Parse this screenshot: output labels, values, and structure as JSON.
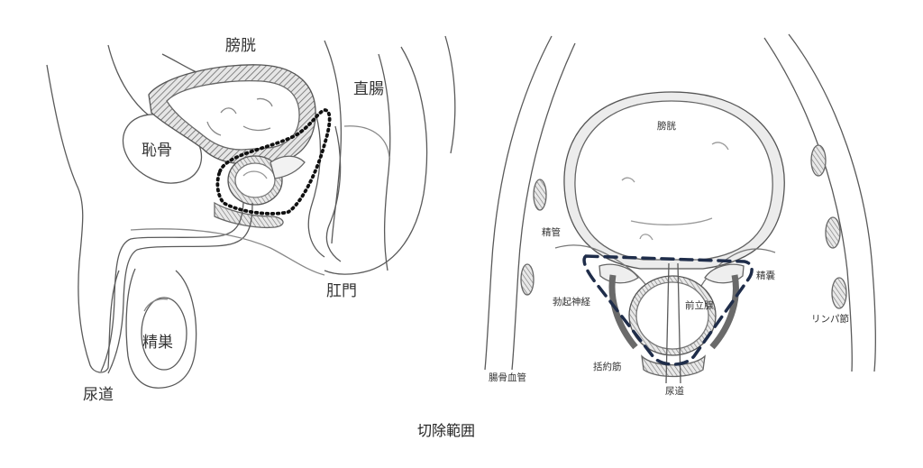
{
  "sagittal": {
    "labels": {
      "bladder": "膀胱",
      "rectum": "直腸",
      "pubic_bone": "恥骨",
      "anus": "肛門",
      "testis": "精巣",
      "urethra": "尿道"
    }
  },
  "frontal": {
    "labels": {
      "bladder": "膀胱",
      "vas_deferens": "精管",
      "seminal_vesicle": "精嚢",
      "erectile_nerve": "勃起神経",
      "prostate": "前立腺",
      "lymph_node": "リンパ節",
      "sphincter": "括約筋",
      "iliac_vessels": "腸骨血管",
      "urethra": "尿道"
    }
  },
  "caption": "切除範囲",
  "colors": {
    "outline": "#5a5a5a",
    "resection_sagittal": "#111111",
    "resection_frontal": "#1f2d4a"
  }
}
